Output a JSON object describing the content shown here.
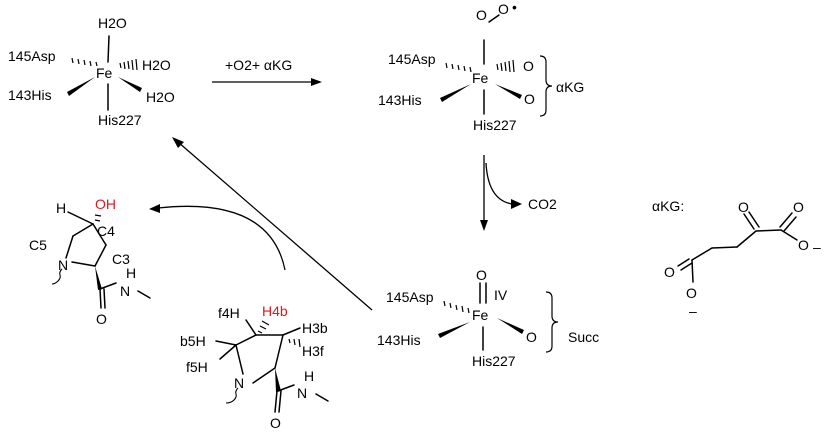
{
  "complex1": {
    "h2o_top": "H2O",
    "asp": "145Asp",
    "fe": "Fe",
    "h2o_right": "H2O",
    "his143": "143His",
    "h2o_bottom": "H2O",
    "his227": "His227"
  },
  "reaction_arrow": {
    "label": "+O2+ αKG"
  },
  "complex2": {
    "o1": "O",
    "o2": "O",
    "radical": "•",
    "asp": "145Asp",
    "fe": "Fe",
    "o_right_top": "O",
    "o_right_bottom": "O",
    "akg": "αKG",
    "his143": "143His",
    "his227": "His227"
  },
  "decarboxylation": {
    "product": "CO2"
  },
  "complex3": {
    "o_top": "O",
    "oxidation_state": "IV",
    "asp": "145Asp",
    "fe": "Fe",
    "o_right": "O",
    "succ": "Succ",
    "his143": "143His",
    "his227": "His227"
  },
  "akg_structure": {
    "label": "αKG:",
    "o_ketone": "O",
    "o_right_carbonyl": "O",
    "o_right_anion": "O",
    "charge_right": "–",
    "o_left_carbonyl": "O",
    "o_left_anion": "O",
    "charge_left": "–"
  },
  "hydroxyproline": {
    "h": "H",
    "oh": "OH",
    "c4": "C4",
    "c5": "C5",
    "c3": "C3",
    "n": "N",
    "nh_h": "H",
    "nh_n": "N",
    "o": "O"
  },
  "proline": {
    "f4h": "f4H",
    "h4b": "H4b",
    "h3b": "H3b",
    "b5h": "b5H",
    "h3f": "H3f",
    "f5h": "f5H",
    "n": "N",
    "nh_h": "H",
    "nh_n": "N",
    "o": "O"
  },
  "colors": {
    "highlight": "#e8141b",
    "ink": "#000000"
  }
}
